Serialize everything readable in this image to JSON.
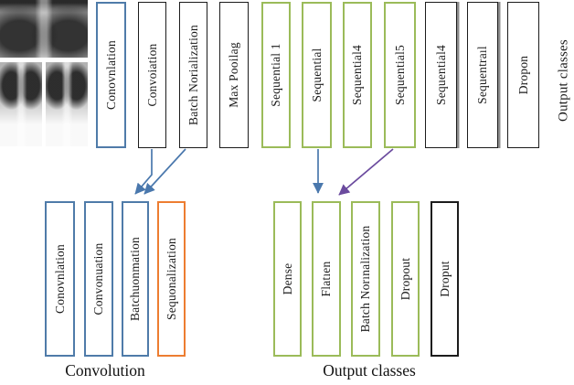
{
  "top_row": {
    "boxes": [
      {
        "label": "Conovnlation"
      },
      {
        "label": "Convoiation"
      },
      {
        "label": "Batch Norialization"
      },
      {
        "label": "Max Pooilag"
      },
      {
        "label": "Sequential 1"
      },
      {
        "label": "Sequential"
      },
      {
        "label": "Sequential4"
      },
      {
        "label": "Sequential5"
      },
      {
        "label": "Sequential4"
      },
      {
        "label": "Sequentraıl"
      },
      {
        "label": "Dropon"
      }
    ],
    "side_label": "Output classes"
  },
  "bottom_left_group": {
    "boxes": [
      {
        "label": "Conovnlation"
      },
      {
        "label": "Convonuation"
      },
      {
        "label": "Batchuonmation"
      },
      {
        "label": "Sequonalization"
      }
    ],
    "caption": "Convolution"
  },
  "bottom_right_group": {
    "boxes": [
      {
        "label": "Dense"
      },
      {
        "label": "Flatıen"
      },
      {
        "label": "Batch Norınalization"
      },
      {
        "label": "Dropout"
      },
      {
        "label": "Droput"
      }
    ],
    "caption": "Output classes"
  },
  "images": {
    "description": "three grayscale chest x-ray thumbnails"
  },
  "colors": {
    "box-blue": "#4f7ba9",
    "box-green": "#9bbb59",
    "box-orange": "#ed7d31",
    "box-black": "#1c1c1c",
    "shadow-gray": "#8c8c8c",
    "arrow-blue": "#4a78ad",
    "arrow-purple": "#6b4b9e"
  }
}
